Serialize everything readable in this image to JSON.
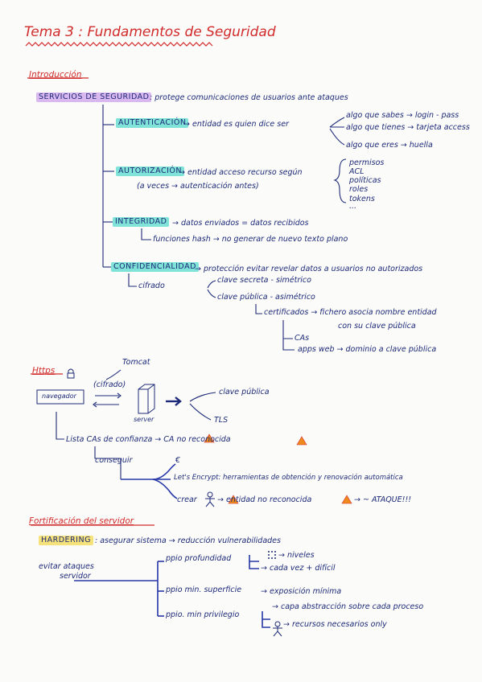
{
  "title": "Tema 3 : Fundamentos de Seguridad",
  "intro": {
    "heading": "Introducción",
    "servicios": "SERVICIOS DE SEGURIDAD",
    "servicios_desc": ": protege comunicaciones de usuarios ante ataques",
    "autenticacion": "AUTENTICACIÓN",
    "autenticacion_desc": "→ entidad es quien dice ser",
    "aut_sub": [
      "algo que sabes → login - pass",
      "algo que tienes → tarjeta access",
      "algo que eres → huella"
    ],
    "autorizacion": "AUTORIZACIÓN",
    "autorizacion_desc": "→ entidad acceso recurso según",
    "autorizacion_note": "(a veces → autenticación antes)",
    "aut_list": [
      "permisos",
      "ACL",
      "políticas",
      "roles",
      "tokens",
      "..."
    ],
    "integridad": "INTEGRIDAD",
    "integridad_desc": "→ datos enviados = datos recibidos",
    "integridad_sub": "funciones hash → no generar de nuevo texto plano",
    "confidencialidad": "CONFIDENCIALIDAD",
    "confidencialidad_desc": "→ protección evitar revelar datos a usuarios no autorizados",
    "cifrado": "cifrado",
    "clave_secreta": "clave secreta - simétrico",
    "clave_publica": "clave pública - asimétrico",
    "certificados": "certificados → fichero asocia nombre entidad",
    "certificados_2": "con su clave pública",
    "cas": "CAs",
    "apps_web": "apps web → dominio a clave pública"
  },
  "https": {
    "heading": "Https",
    "tomcat": "Tomcat",
    "cifrado": "(cifrado)",
    "navegador": "navegador",
    "server": "server",
    "clave_publica": "clave pública",
    "tls": "TLS",
    "lista_cas": "Lista CAs de confianza → CA no reconocida",
    "conseguir": "conseguir",
    "euro": "€",
    "lets_encrypt": "Let's Encrypt: herramientas de obtención y renovación automática",
    "crear": "crear",
    "crear_rest": "→ entidad no reconocida",
    "ataque": "→ ~ ATAQUE!!!"
  },
  "fortificacion": {
    "heading": "Fortificación del servidor",
    "hardering": "HARDERING",
    "hardering_desc": ": asegurar sistema → reducción vulnerabilidades",
    "evitar": "evitar ataques",
    "servidor": "servidor",
    "ppio_prof": "ppio profundidad",
    "niveles": "→ niveles",
    "cada_vez": "→ cada vez + difícil",
    "ppio_min_sup": "ppio min. superficie",
    "exposicion": "→ exposición mínima",
    "ppio_min_priv": "ppio. min privilegio",
    "capa": "→ capa abstracción sobre cada proceso",
    "recursos": "→ recursos necesarios only"
  },
  "colors": {
    "ink": "#1d2a78",
    "red": "#d12b2b",
    "purple": "#d9b8f0",
    "teal": "#7fe3d8",
    "yellow": "#f6e27a",
    "warn": "#f08a1c"
  }
}
